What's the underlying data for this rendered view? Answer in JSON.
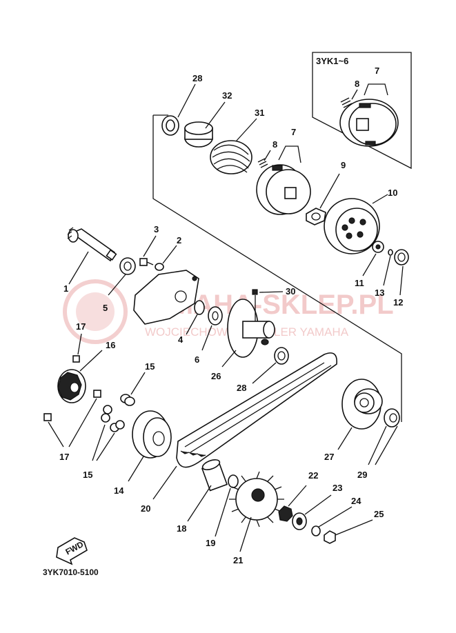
{
  "diagram": {
    "inset_title": "3YK1~6",
    "footer_code": "3YK7010-5100",
    "fwd_label": "FWD",
    "watermark": {
      "brand": "YAMAHA-SKLEP.PL",
      "dealer": "WOJCIECHOWSKI DEALER YAMAHA"
    },
    "callouts": [
      "28",
      "32",
      "31",
      "7",
      "8",
      "9",
      "10",
      "11",
      "13",
      "12",
      "3",
      "2",
      "1",
      "5",
      "4",
      "6",
      "30",
      "26",
      "28",
      "17",
      "16",
      "15",
      "17",
      "15",
      "14",
      "20",
      "18",
      "19",
      "21",
      "22",
      "23",
      "24",
      "25",
      "27",
      "29",
      "7",
      "8"
    ]
  }
}
